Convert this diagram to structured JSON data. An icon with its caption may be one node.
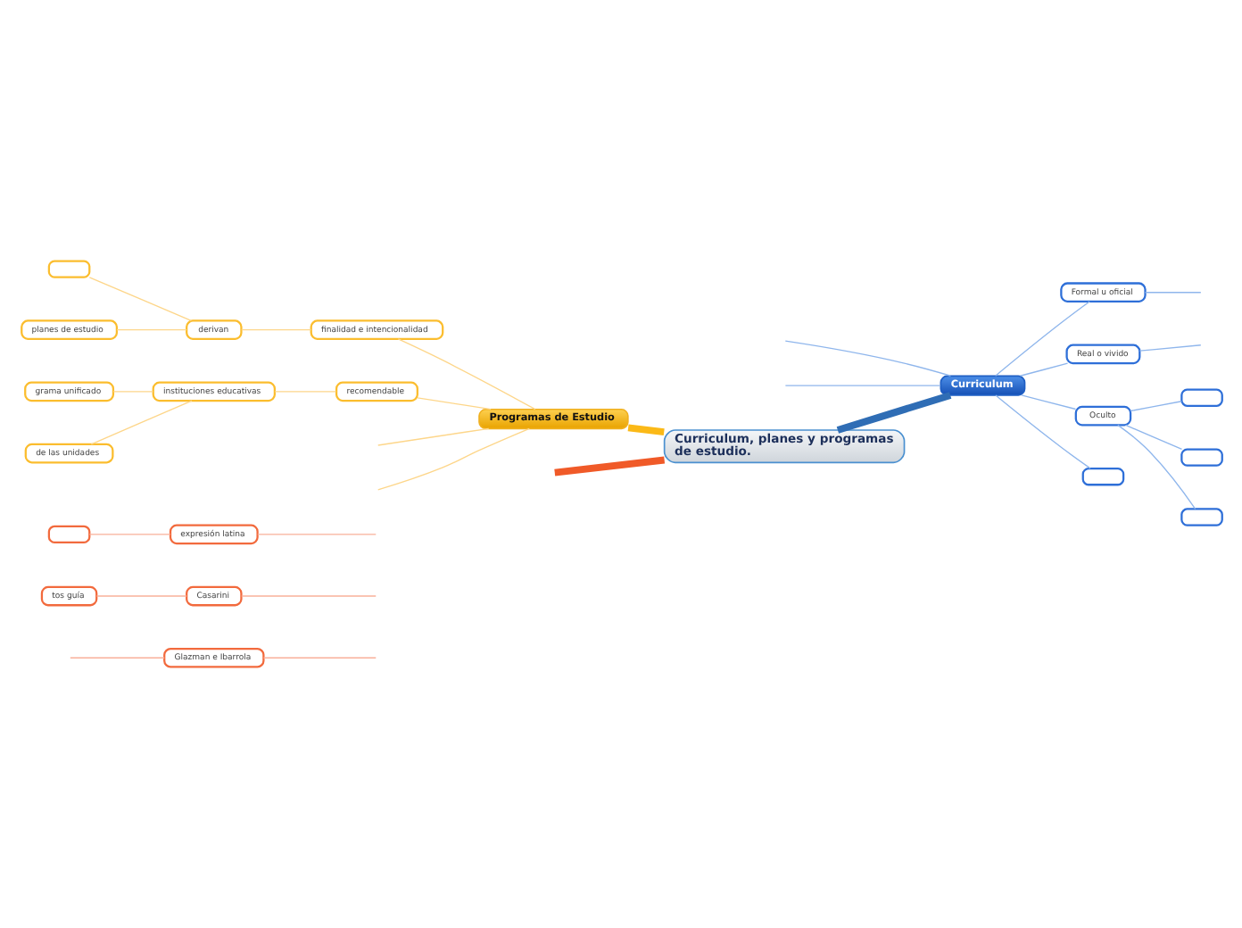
{
  "diagram": {
    "nodes": [
      {
        "text": [
          "Curriculum, planes y programas de estudio."
        ]
      },
      {
        "text": [
          "Programas de Estudio"
        ]
      },
      {
        "text": [
          "finalidad e intencionalidad"
        ]
      },
      {
        "text": [
          "derivan"
        ]
      },
      {
        "text": [],
        "shape": "box"
      },
      {
        "text": [
          "planes de estudio"
        ]
      },
      {
        "text": [
          "recomendable"
        ]
      },
      {
        "text": [
          "instituciones educativas"
        ]
      },
      {
        "text": [
          "grama unificado"
        ]
      },
      {
        "text": [
          "de las unidades"
        ]
      },
      {
        "text": [
          "Curriculum"
        ]
      },
      {
        "text": [
          "Formal u oficial"
        ]
      },
      {
        "text": [
          "Real o vivido"
        ]
      },
      {
        "text": [
          "Oculto"
        ]
      },
      {
        "text": [],
        "shape": "box"
      },
      {
        "text": [],
        "shape": "box"
      },
      {
        "text": [],
        "shape": "box"
      },
      {
        "text": [],
        "shape": "box"
      },
      {
        "text": [
          "expresión latina"
        ]
      },
      {
        "text": [],
        "shape": "box"
      },
      {
        "text": [
          "Casarini"
        ]
      },
      {
        "text": [
          "tos guía"
        ]
      },
      {
        "text": [
          "Glazman e Ibarrola"
        ]
      }
    ],
    "edges": [
      {
        "from": 1,
        "to": 0,
        "arrow": "none",
        "style": "thick",
        "color": "#fbb917"
      },
      {
        "from": null,
        "to": 1,
        "arrow": "none",
        "color": "#fdd68a"
      },
      {
        "from": null,
        "to": 1,
        "arrow": "none",
        "color": "#fdd68a"
      },
      {
        "from": 2,
        "to": 1,
        "arrow": "none",
        "color": "#fdd68a"
      },
      {
        "from": 3,
        "to": 2,
        "arrow": "none",
        "color": "#fdd68a"
      },
      {
        "from": 4,
        "to": 3,
        "arrow": "none",
        "color": "#fdd68a"
      },
      {
        "from": 5,
        "to": 3,
        "arrow": "none",
        "color": "#fdd68a"
      },
      {
        "from": 6,
        "to": 1,
        "arrow": "none",
        "color": "#fdd68a"
      },
      {
        "from": 7,
        "to": 6,
        "arrow": "none",
        "color": "#fdd68a"
      },
      {
        "from": 8,
        "to": 7,
        "arrow": "none",
        "color": "#fdd68a"
      },
      {
        "from": 9,
        "to": 7,
        "arrow": "none",
        "color": "#fdd68a"
      },
      {
        "from": 0,
        "to": 10,
        "arrow": "none",
        "style": "thick",
        "color": "#2f6db5"
      },
      {
        "from": null,
        "to": 10,
        "arrow": "none",
        "color": "#8fb6ec"
      },
      {
        "from": 10,
        "to": 11,
        "arrow": "none",
        "color": "#8fb6ec"
      },
      {
        "from": 11,
        "to": null,
        "arrow": "none",
        "color": "#8fb6ec"
      },
      {
        "from": 10,
        "to": 12,
        "arrow": "none",
        "color": "#8fb6ec"
      },
      {
        "from": 12,
        "to": null,
        "arrow": "none",
        "color": "#8fb6ec"
      },
      {
        "from": 10,
        "to": 13,
        "arrow": "none",
        "color": "#8fb6ec"
      },
      {
        "from": 13,
        "to": 14,
        "arrow": "none",
        "color": "#8fb6ec"
      },
      {
        "from": 13,
        "to": 15,
        "arrow": "none",
        "color": "#8fb6ec"
      },
      {
        "from": 13,
        "to": 16,
        "arrow": "none",
        "color": "#8fb6ec"
      },
      {
        "from": null,
        "to": 10,
        "arrow": "none",
        "color": "#8fb6ec"
      },
      {
        "from": 10,
        "to": 17,
        "arrow": "none",
        "color": "#8fb6ec"
      },
      {
        "from": null,
        "to": 0,
        "arrow": "none",
        "style": "thick",
        "color": "#f05a28"
      },
      {
        "from": 18,
        "to": null,
        "arrow": "none",
        "color": "#f9b09a"
      },
      {
        "from": 19,
        "to": 18,
        "arrow": "none",
        "color": "#f9b09a"
      },
      {
        "from": 20,
        "to": null,
        "arrow": "none",
        "color": "#f9b09a"
      },
      {
        "from": 21,
        "to": 20,
        "arrow": "none",
        "color": "#f9b09a"
      },
      {
        "from": 22,
        "to": null,
        "arrow": "none",
        "color": "#f9b09a"
      },
      {
        "from": null,
        "to": 22,
        "arrow": "none",
        "color": "#f9b09a"
      }
    ]
  }
}
